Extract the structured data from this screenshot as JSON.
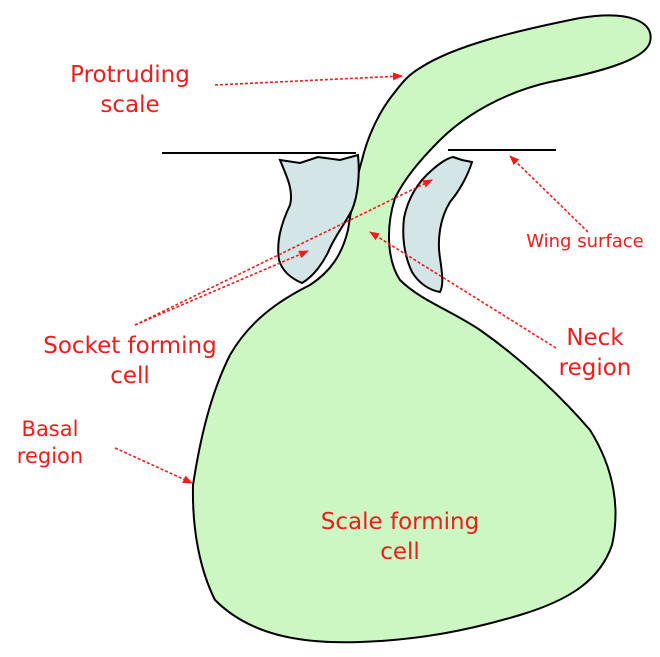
{
  "colors": {
    "cell_fill": "#ccf7c3",
    "socket_fill": "#d3e5e6",
    "outline": "#000000",
    "label": "#ee1c1c",
    "background": "#ffffff"
  },
  "labels": {
    "protruding_scale": "Protruding scale",
    "wing_surface": "Wing surface",
    "socket_forming_cell": "Socket forming cell",
    "neck_region": "Neck region",
    "basal_region": "Basal region",
    "scale_forming_cell": "Scale forming cell"
  },
  "label_lines": {
    "protruding_scale": [
      "Protruding",
      "scale"
    ],
    "wing_surface": [
      "Wing surface"
    ],
    "socket_forming_cell": [
      "Socket forming",
      "cell"
    ],
    "neck_region": [
      "Neck",
      "region"
    ],
    "basal_region": [
      "Basal",
      "region"
    ],
    "scale_forming_cell": [
      "Scale forming",
      "cell"
    ]
  }
}
